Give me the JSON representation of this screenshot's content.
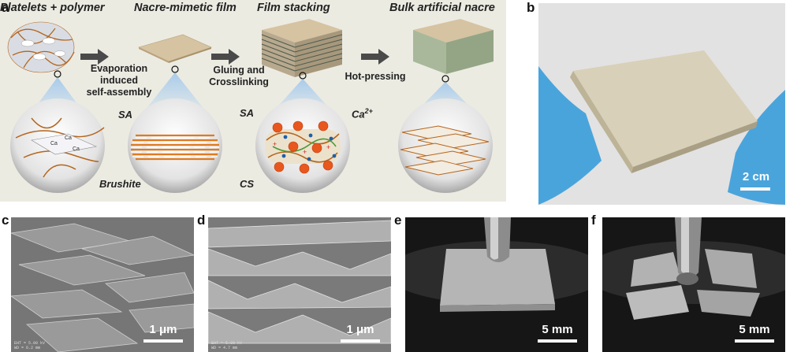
{
  "panel_labels": {
    "a": "a",
    "b": "b",
    "c": "c",
    "d": "d",
    "e": "e",
    "f": "f"
  },
  "panel_a": {
    "stage_titles": [
      "Platelets + polymer",
      "Nacre-mimetic film",
      "Film stacking",
      "Bulk artificial nacre"
    ],
    "step_labels": {
      "step1": [
        "Evaporation",
        "induced",
        "self-assembly"
      ],
      "step2": [
        "Gluing and",
        "Crosslinking"
      ],
      "step3": "Hot-pressing"
    },
    "callouts": {
      "sa1": "SA",
      "brushite": "Brushite",
      "sa2": "SA",
      "cs": "CS",
      "ca": "Ca",
      "ca_sup": "2+"
    },
    "ion_label": "Ca"
  },
  "scale_bars": {
    "b": "2 cm",
    "c": "1 μm",
    "d": "1 μm",
    "e": "5 mm",
    "f": "5 mm"
  },
  "colors": {
    "background_a": "#ecebe2",
    "film": "#d6c3a2",
    "bulk_side": "#9fae92",
    "arrow": "#4a4a4a",
    "fiber": "#b5651d",
    "glove": "#4aa4dc",
    "ca_ion": "#e8571e"
  }
}
